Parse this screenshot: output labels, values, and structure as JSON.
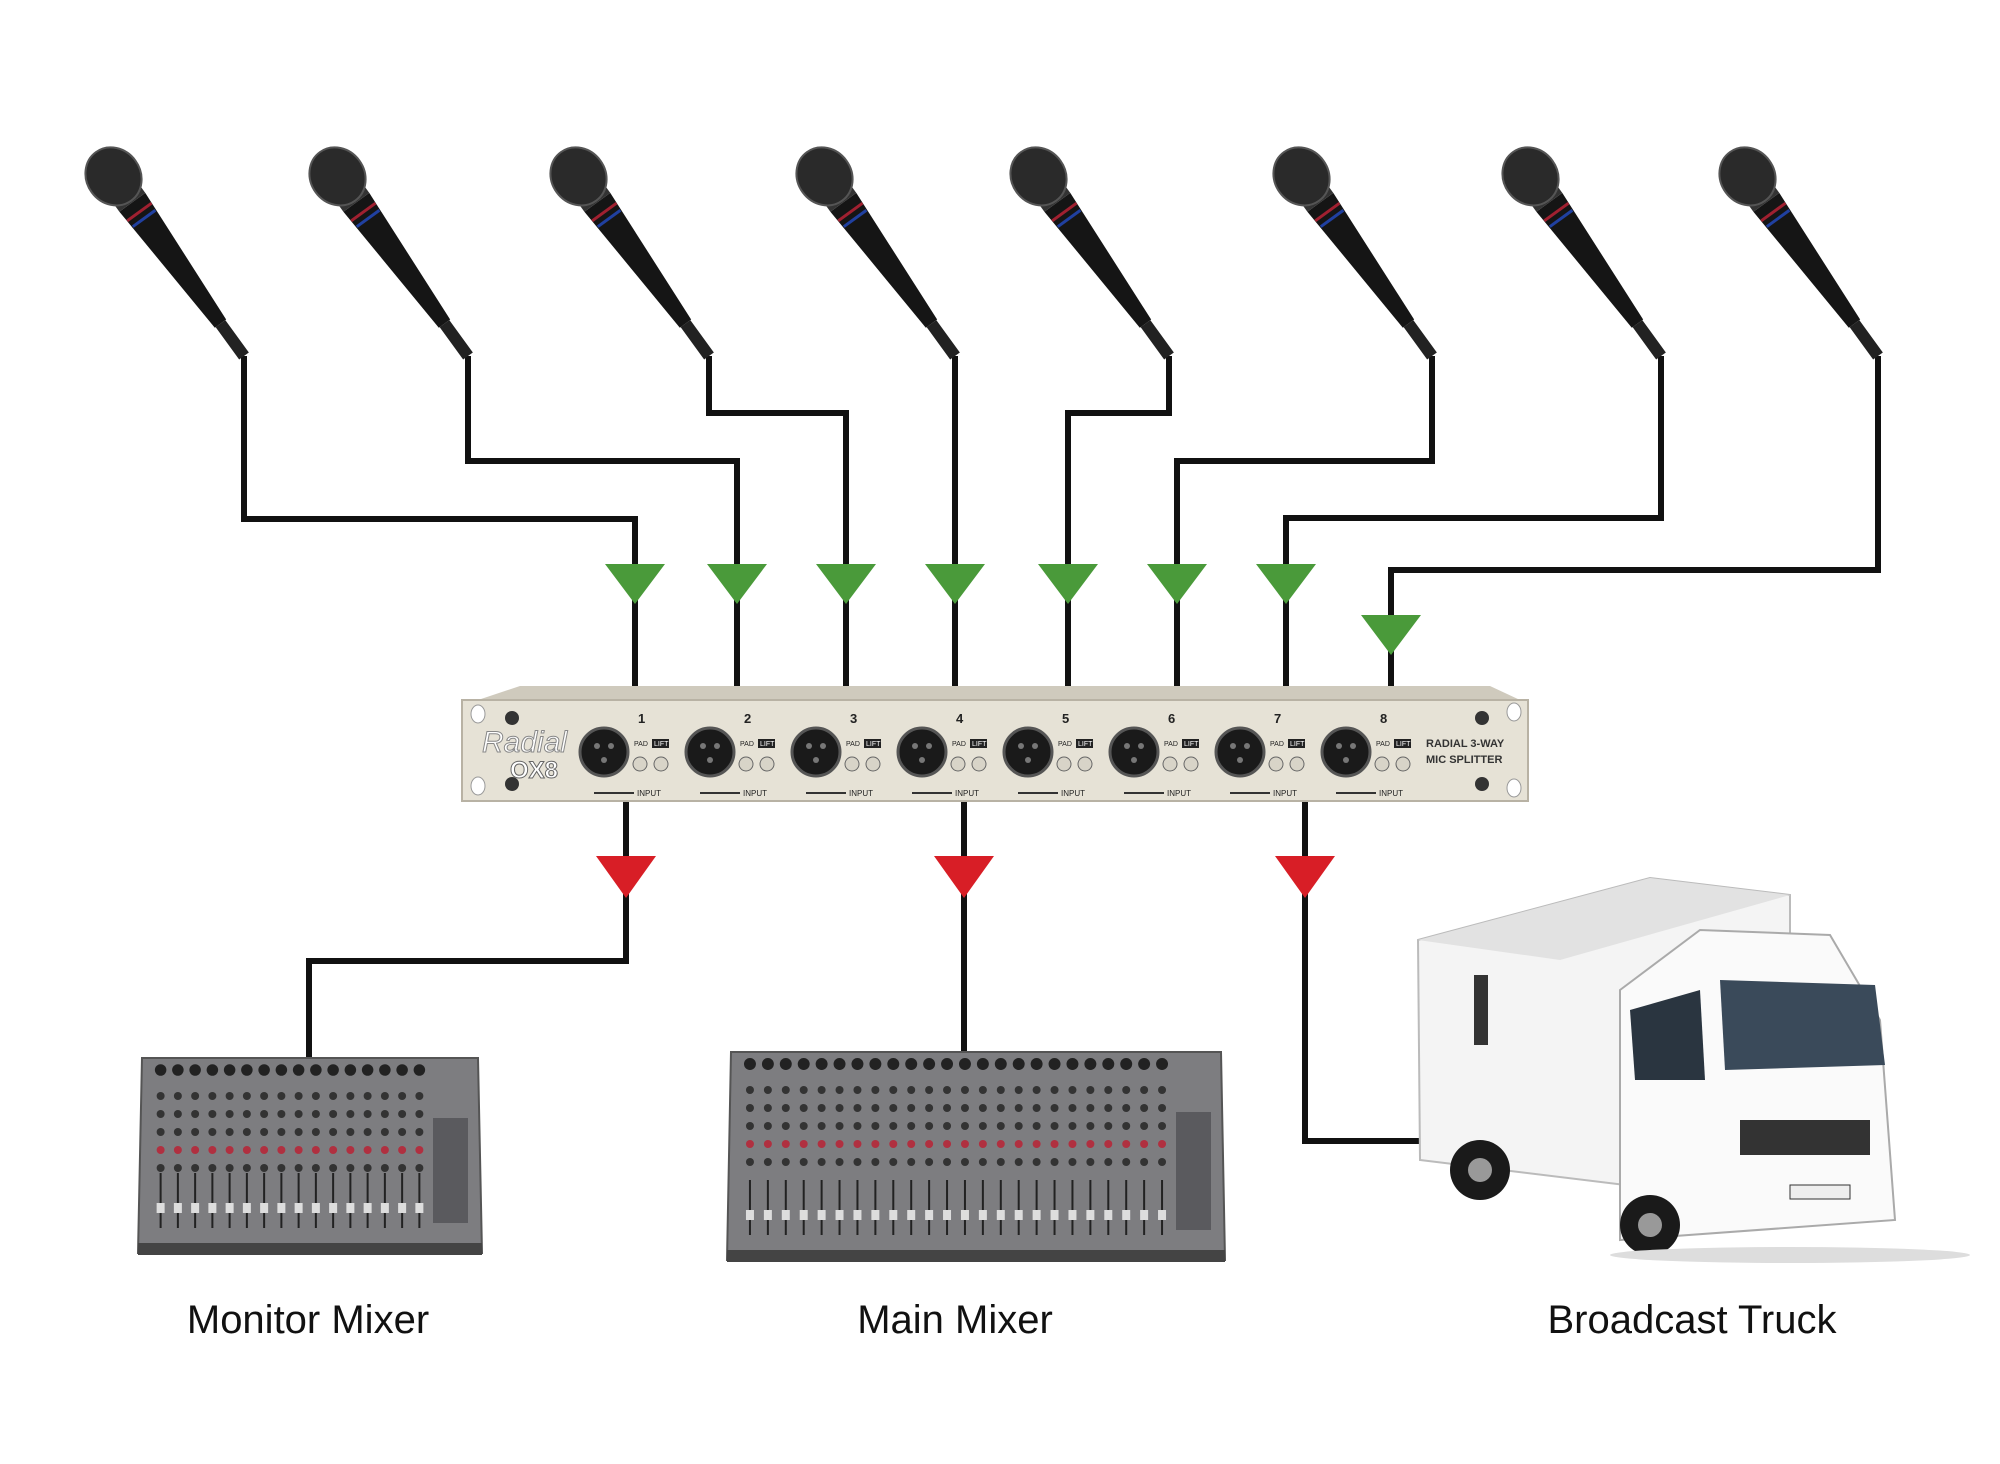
{
  "colors": {
    "input_arrow": "#4a9a3a",
    "output_arrow": "#d81e26",
    "cable": "#111111",
    "panel": "#e6e2d6"
  },
  "microphones": [
    1,
    2,
    3,
    4,
    5,
    6,
    7,
    8
  ],
  "splitter": {
    "brand": "Radial",
    "model": "OX8",
    "title_line1": "RADIAL 3-WAY",
    "title_line2": "MIC SPLITTER",
    "channels": [
      "1",
      "2",
      "3",
      "4",
      "5",
      "6",
      "7",
      "8"
    ],
    "pad_label": "PAD",
    "lift_label": "LIFT",
    "input_label": "INPUT"
  },
  "destinations": [
    {
      "label": "Monitor Mixer"
    },
    {
      "label": "Main Mixer"
    },
    {
      "label": "Broadcast Truck"
    }
  ]
}
